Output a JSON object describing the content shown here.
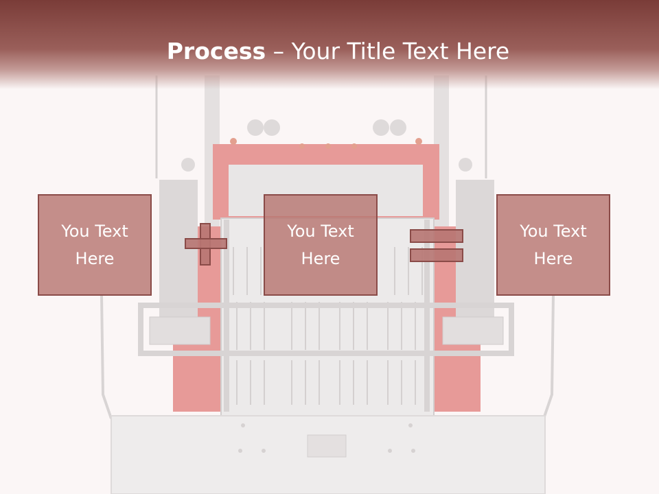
{
  "title": {
    "bold": "Process",
    "rest": " – Your Title Text Here"
  },
  "boxes": [
    {
      "text": "You Text Here"
    },
    {
      "text": "You Text Here"
    },
    {
      "text": "You Text Here"
    }
  ],
  "colors": {
    "header": "#7a3c38",
    "box_fill": "#b77672",
    "box_border": "#8a4b48",
    "text": "#ffffff",
    "background": "#fbf6f6"
  }
}
